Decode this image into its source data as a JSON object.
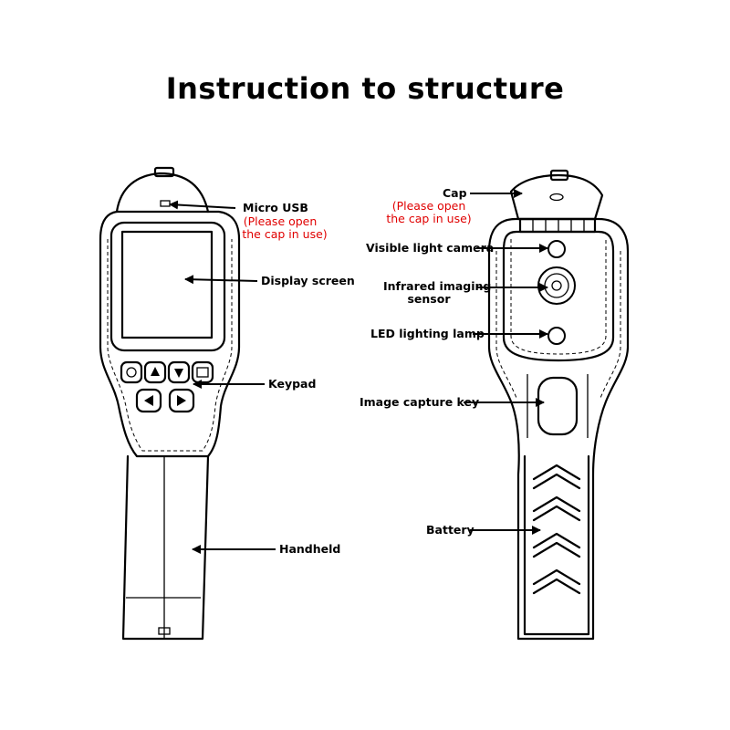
{
  "title": "Instruction to structure",
  "front": {
    "micro_usb": "Micro USB",
    "micro_usb_note_1": "(Please open",
    "micro_usb_note_2": "the cap in use)",
    "display_screen": "Display screen",
    "keypad": "Keypad",
    "handheld": "Handheld"
  },
  "back": {
    "cap": "Cap",
    "cap_note_1": "(Please open",
    "cap_note_2": "the cap in use)",
    "visible_light_camera": "Visible light camera",
    "infrared_1": "Infrared imaging",
    "infrared_2": "sensor",
    "led_lamp": "LED lighting lamp",
    "image_capture_key": "Image capture key",
    "battery": "Battery"
  },
  "colors": {
    "note": "#e00000",
    "line": "#000000"
  }
}
